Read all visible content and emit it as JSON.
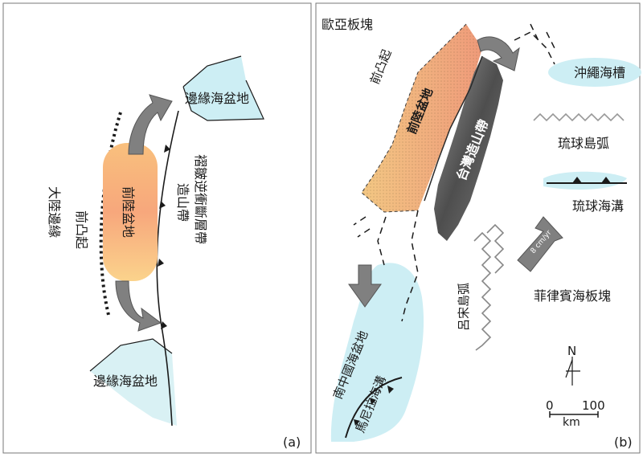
{
  "panel_a": {
    "tag": "(a)",
    "continental_margin": "大陸邊緣",
    "forebulge": "前凸起",
    "foreland_basin": "前陸盆地",
    "orogen": "造山帶",
    "thrust_belt": "褶皺逆衝斷層帶",
    "marginal_basin_top": "邊緣海盆地",
    "marginal_basin_bottom": "邊緣海盆地"
  },
  "panel_b": {
    "tag": "(b)",
    "eurasian_plate": "歐亞板塊",
    "forebulge": "前凸起",
    "foreland_basin": "前陸盆地",
    "taiwan_orogen": "台灣造山帶",
    "okinawa_trough": "沖繩海槽",
    "ryukyu_arc": "琉球島弧",
    "ryukyu_trench": "琉球海溝",
    "velocity": "8 cm/yr",
    "philippine_plate": "菲律賓海板塊",
    "luzon_arc": "呂宋島弧",
    "south_china_sea_basin": "南中國海盆地",
    "manila_trench": "馬尼拉海溝",
    "north": "N",
    "scale_zero": "0",
    "scale_hundred": "100",
    "scale_unit": "km"
  },
  "colors": {
    "sea": "#cdeef4",
    "sea_light": "#d9f1f4",
    "foreland": "#f6c98e",
    "forebulge": "#f3b87a",
    "orogen": "#6b6b6b",
    "arrow": "#808080",
    "frame": "#777777"
  }
}
